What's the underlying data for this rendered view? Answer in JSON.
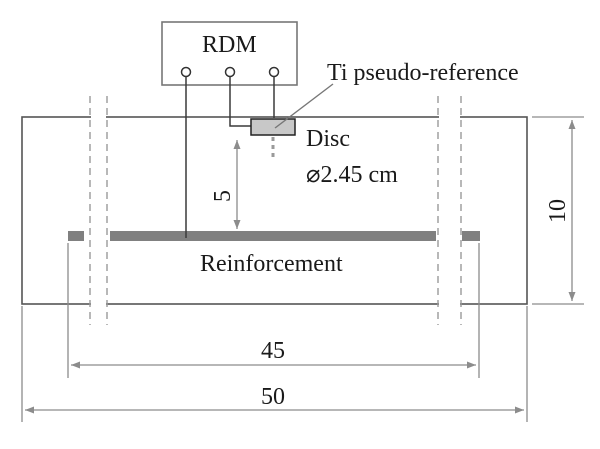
{
  "labels": {
    "rdm": "RDM",
    "ti_ref": "Ti pseudo-reference",
    "disc": "Disc",
    "disc_diameter": "⌀2.45 cm",
    "reinforcement": "Reinforcement"
  },
  "dimensions": {
    "depth": "5",
    "height": "10",
    "inner_length": "45",
    "outer_length": "50"
  },
  "colors": {
    "line": "#8c8c8c",
    "dark": "#3a3a3a",
    "bar": "#808080",
    "disc_fill": "#c8c8c8"
  }
}
